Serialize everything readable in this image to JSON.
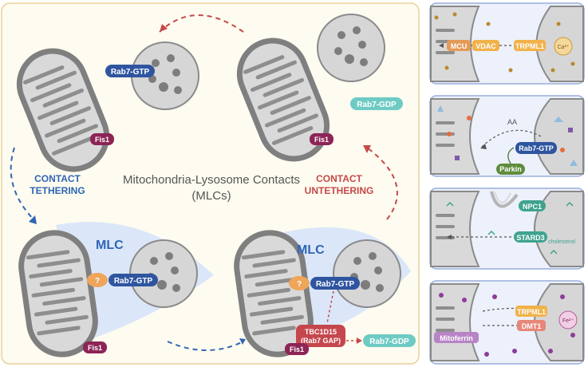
{
  "main": {
    "title_line1": "Mitochondria-Lysosome Contacts",
    "title_line2": "(MLCs)",
    "contact_tethering": [
      "CONTACT",
      "TETHERING"
    ],
    "contact_untethering": [
      "CONTACT",
      "UNTETHERING"
    ],
    "mlc_label": "MLC",
    "unknown_tether": "?",
    "rab7_gtp": "Rab7-GTP",
    "rab7_gdp": "Rab7-GDP",
    "fis1": "Fis1",
    "tbc1d15_line1": "TBC1D15",
    "tbc1d15_line2": "(Rab7 GAP)"
  },
  "panels": {
    "calcium": {
      "mcu": "MCU",
      "vdac": "VDAC",
      "trpml1": "TRPML1",
      "ion": "Ca²⁺"
    },
    "lipid": {
      "aa": "AA",
      "rab7_gtp": "Rab7-GTP",
      "parkin": "Parkin"
    },
    "cholesterol": {
      "npc1": "NPC1",
      "stard3": "STARD3",
      "cholesterol": "cholesterol"
    },
    "iron": {
      "trpml1": "TRPML1",
      "dmt1": "DMT1",
      "mitoferrin": "Mitoferrin",
      "ion": "Fe²⁺"
    }
  },
  "colors": {
    "main_bg": "#fefbf0",
    "main_border": "#e8d29a",
    "panel_bg": "#ecf1fb",
    "panel_border": "#9aaedb",
    "rab7_gtp": "#2f55a0",
    "rab7_gdp": "#6ecbc4",
    "fis1": "#8d2456",
    "tbc1d15": "#c5474d",
    "tether_unknown": "#efa55a",
    "tethering_blue": "#2f66b5",
    "untethering_red": "#c44a49",
    "mlc_zone": "#dbe7f8",
    "trpml1": "#f1b24a",
    "npc1": "#3fa38f",
    "parkin": "#5f8d3e",
    "mitoferrin": "#b884c6",
    "dmt1": "#e7877a"
  }
}
